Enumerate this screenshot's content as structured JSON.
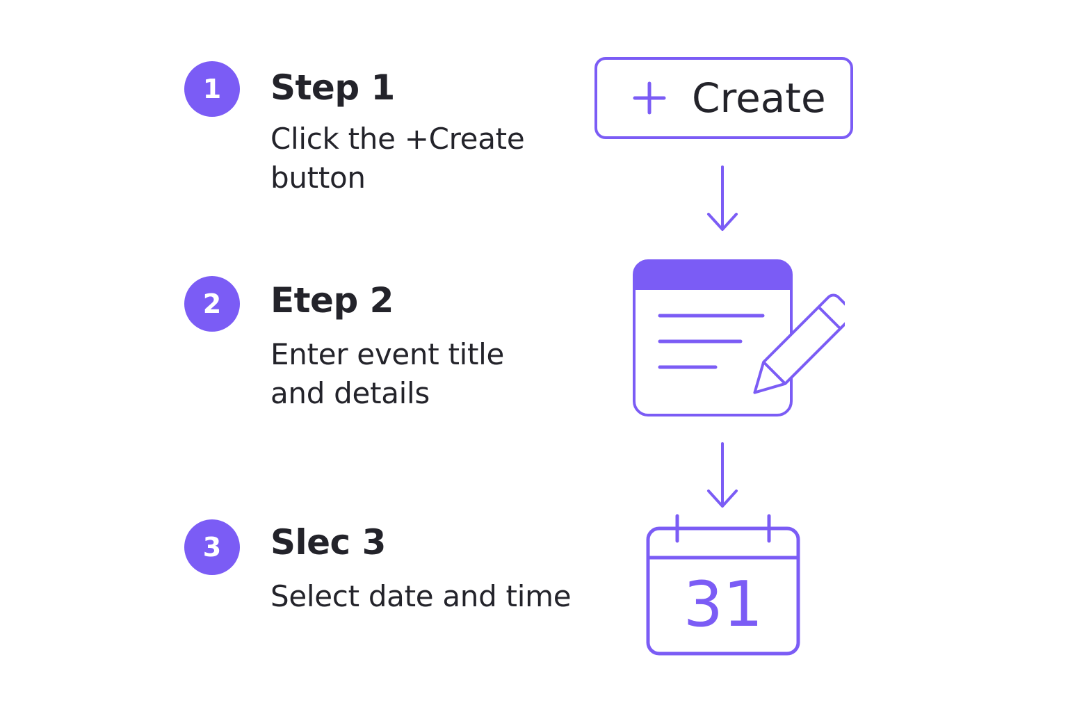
{
  "colors": {
    "accent": "#7b5cf5",
    "text": "#23232a",
    "background": "#ffffff"
  },
  "steps": [
    {
      "number": "1",
      "title": "Step 1",
      "description_lines": [
        "Click the +Create",
        "button"
      ]
    },
    {
      "number": "2",
      "title": "Etep 2",
      "description_lines": [
        "Enter event title",
        "and details"
      ]
    },
    {
      "number": "3",
      "title": "Slec 3",
      "description_lines": [
        "Select date and time"
      ]
    }
  ],
  "create_button": {
    "label": "Create",
    "icon": "plus-icon"
  },
  "form_icon": "form-pencil-icon",
  "arrow_icon": "arrow-down-icon",
  "calendar": {
    "icon": "calendar-icon",
    "day": "31"
  }
}
